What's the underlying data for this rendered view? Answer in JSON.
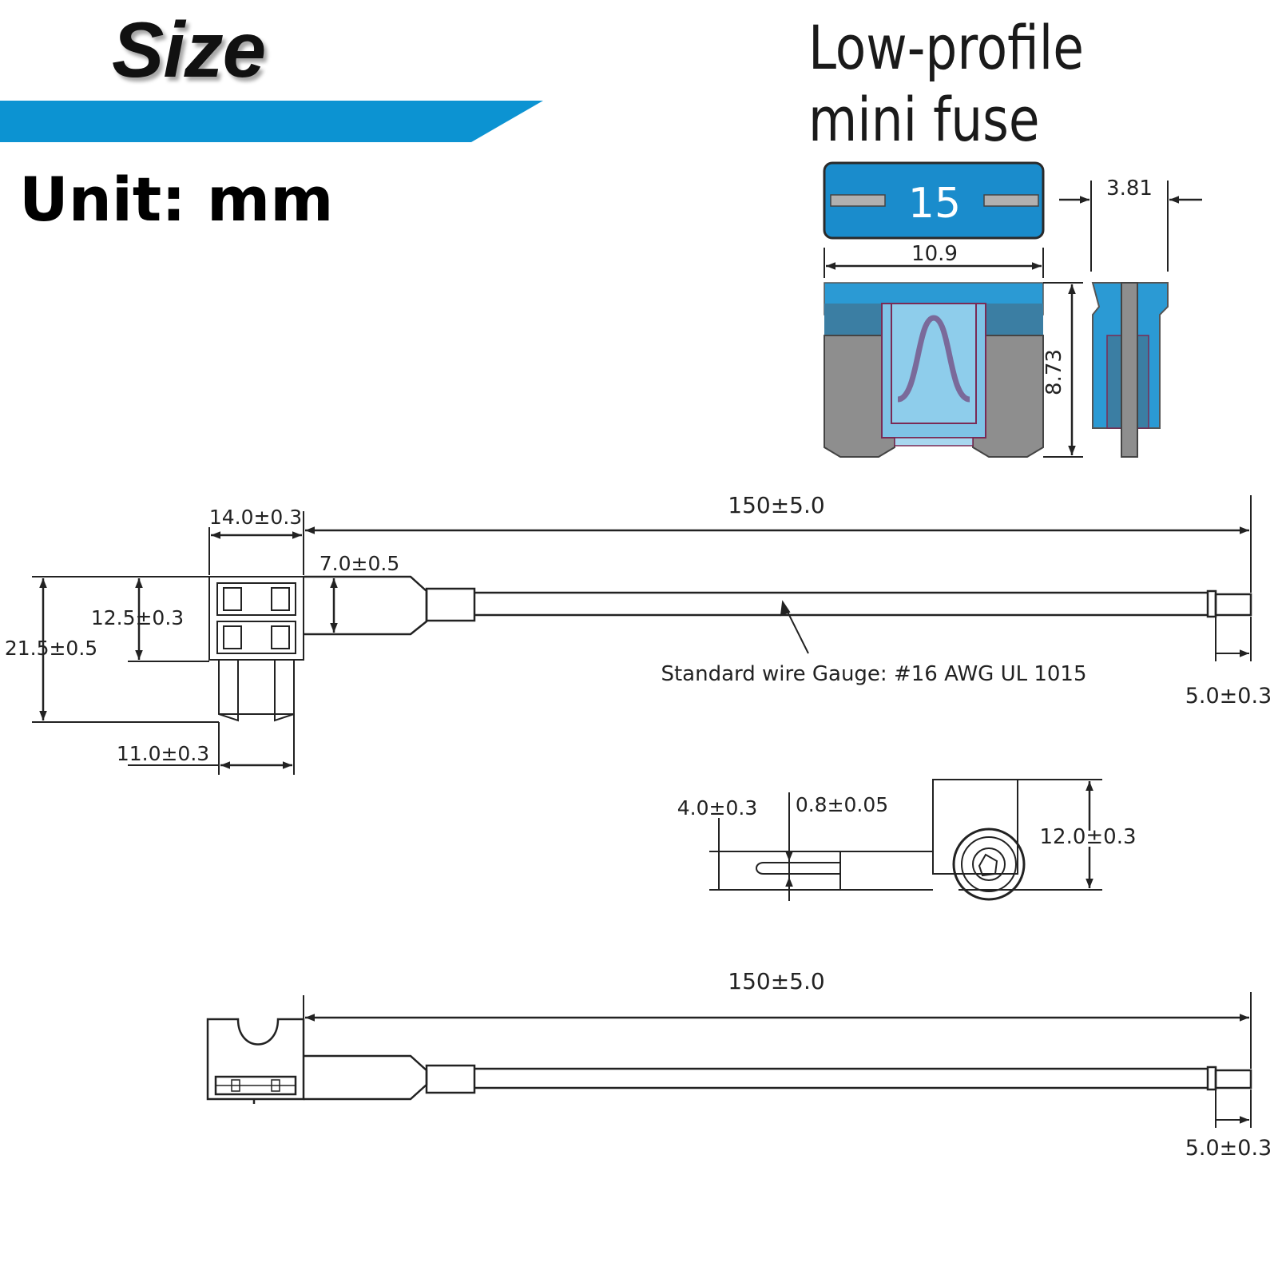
{
  "header": {
    "title": "Size",
    "unit": "Unit: mm",
    "accent_color": "#0c93d2"
  },
  "fuse": {
    "title_line1": "Low-profile",
    "title_line2": "mini fuse",
    "rating": "15",
    "dim_width": "10.9",
    "dim_thickness": "3.81",
    "dim_height": "8.73",
    "body_color": "#1a8ccc",
    "terminal_color": "#9a9a9a"
  },
  "drawing1": {
    "dim_length": "150±5.0",
    "dim_holder_width": "14.0±0.3",
    "dim_sleeve": "7.0±0.5",
    "dim_socket_height": "12.5±0.3",
    "dim_total_height": "21.5±0.5",
    "dim_blade_width": "11.0±0.3",
    "dim_end": "5.0±0.3",
    "wire_note": "Standard wire Gauge:  #16 AWG UL 1015"
  },
  "drawing2": {
    "dim_pin_dia": "4.0±0.3",
    "dim_pin_thick": "0.8±0.05",
    "dim_ring": "12.0±0.3"
  },
  "drawing3": {
    "dim_length": "150±5.0",
    "dim_end": "5.0±0.3"
  }
}
